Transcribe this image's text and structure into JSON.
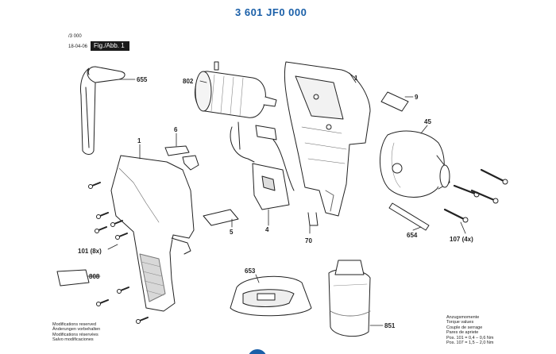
{
  "header": {
    "part_number": "3 601 JF0 000",
    "meta_code": "/3 000",
    "meta_date": "18-04-06",
    "fig_label": "Fig./Abb. 1"
  },
  "callouts": [
    {
      "id": "c655",
      "label": "655"
    },
    {
      "id": "c802",
      "label": "802"
    },
    {
      "id": "c1a",
      "label": "1"
    },
    {
      "id": "c9",
      "label": "9"
    },
    {
      "id": "c6",
      "label": "6"
    },
    {
      "id": "c45",
      "label": "45"
    },
    {
      "id": "c1b",
      "label": "1"
    },
    {
      "id": "c5",
      "label": "5"
    },
    {
      "id": "c4",
      "label": "4"
    },
    {
      "id": "c70",
      "label": "70"
    },
    {
      "id": "c654",
      "label": "654"
    },
    {
      "id": "c107",
      "label": "107 (4x)"
    },
    {
      "id": "c101",
      "label": "101 (8x)"
    },
    {
      "id": "c808",
      "label": "808"
    },
    {
      "id": "c653",
      "label": "653"
    },
    {
      "id": "c851",
      "label": "851"
    }
  ],
  "footer_notes": [
    "Modifications reserved",
    "Änderungen vorbehalten",
    "Modifications réservées",
    "Salvo modificaciones"
  ],
  "torque": {
    "lines": [
      "Anzugsmomente",
      "Torque values",
      "Couple de serrage",
      "Pares de apriete",
      "Pos.   101 = 0,4 – 0,6 Nm",
      "Pos.   107 = 1,5 – 2,0 Nm"
    ]
  },
  "colors": {
    "accent": "#1a5fa8",
    "line": "#222222",
    "shade": "#9a9a9a"
  }
}
